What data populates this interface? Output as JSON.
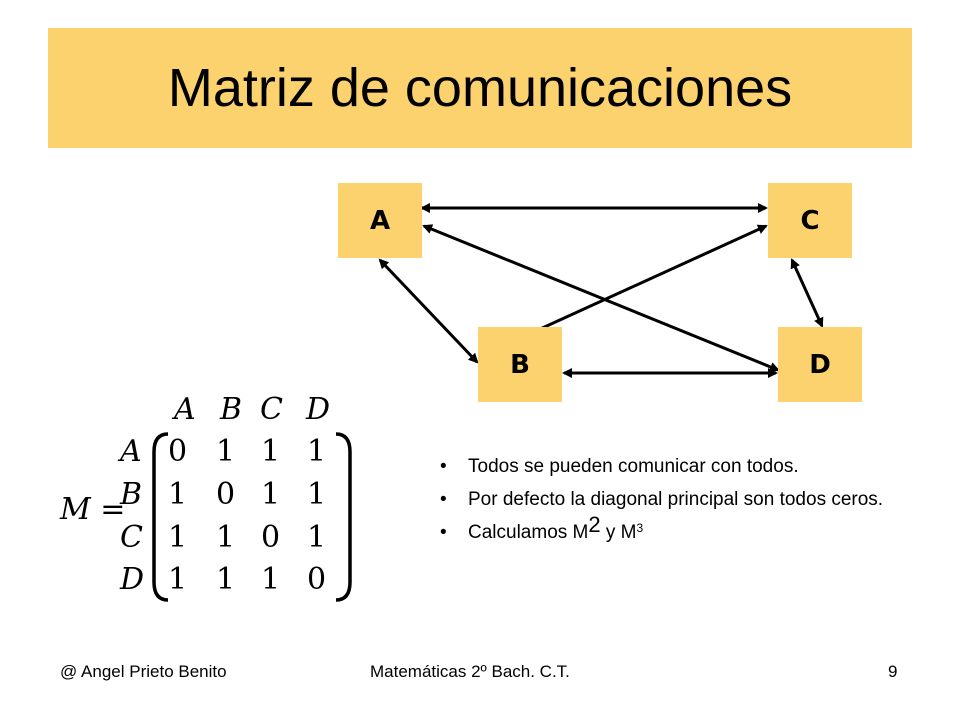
{
  "title": "Matriz de comunicaciones",
  "nodes": {
    "a": "A",
    "b": "B",
    "c": "C",
    "d": "D"
  },
  "matrix": {
    "lhs": "M =",
    "col_headers": [
      "A",
      "B",
      "C",
      "D"
    ],
    "row_headers": [
      "A",
      "B",
      "C",
      "D"
    ],
    "rows": [
      [
        "0",
        "1",
        "1",
        "1"
      ],
      [
        "1",
        "0",
        "1",
        "1"
      ],
      [
        "1",
        "1",
        "0",
        "1"
      ],
      [
        "1",
        "1",
        "1",
        "0"
      ]
    ]
  },
  "bullets": {
    "b1": "Todos se pueden comunicar con todos.",
    "b2": "Por defecto la diagonal principal son todos ceros.",
    "b3_prefix": "Calculamos M",
    "b3_sup1": "2",
    "b3_mid": " y M",
    "b3_sup2": "3"
  },
  "footer": {
    "author": "@  Angel Prieto Benito",
    "course": "Matemáticas 2º  Bach. C.T.",
    "page": "9"
  }
}
